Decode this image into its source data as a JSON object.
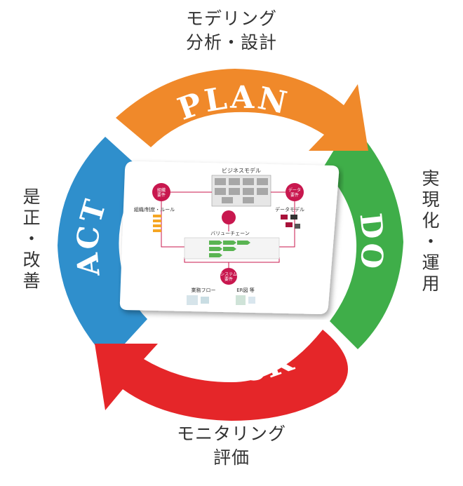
{
  "cycle": {
    "plan": {
      "label": "PLAN",
      "caption": [
        "モデリング",
        "分析・設計"
      ],
      "color": "#f0892a"
    },
    "do": {
      "label": "DO",
      "caption": [
        "実",
        "現",
        "化",
        "・",
        "運",
        "用"
      ],
      "color": "#3fae49"
    },
    "check": {
      "label": "CHECK",
      "caption": [
        "モニタリング",
        "評価"
      ],
      "color": "#e52629"
    },
    "act": {
      "label": "ACT",
      "caption": [
        "是",
        "正",
        "・",
        "改",
        "善"
      ],
      "color": "#2f8fcc"
    }
  },
  "center_card": {
    "business_model": "ビジネスモデル",
    "org_requirements": [
      "組織",
      "要件"
    ],
    "data_requirements": [
      "データ",
      "要件"
    ],
    "org_rules": "組織/制度・ルール",
    "data_model": "データモデル",
    "value_chain": "バリューチェーン",
    "system_requirements": [
      "システム",
      "要件"
    ],
    "workflow": "業務フロー",
    "erd": "ER図 等"
  }
}
